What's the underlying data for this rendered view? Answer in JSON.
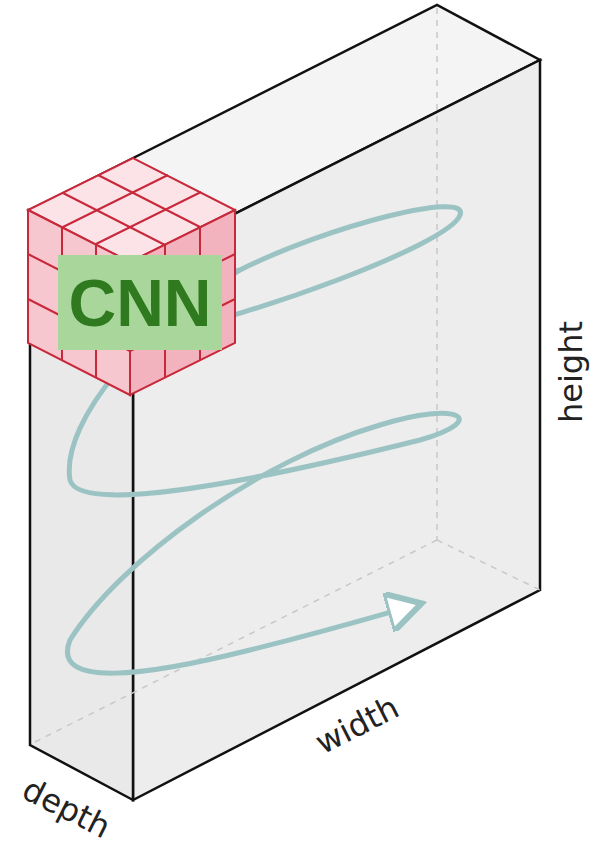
{
  "diagram": {
    "nodes": [
      {
        "text": [
          "CNN"
        ]
      }
    ],
    "labels": [
      "height",
      "width",
      "depth"
    ]
  }
}
